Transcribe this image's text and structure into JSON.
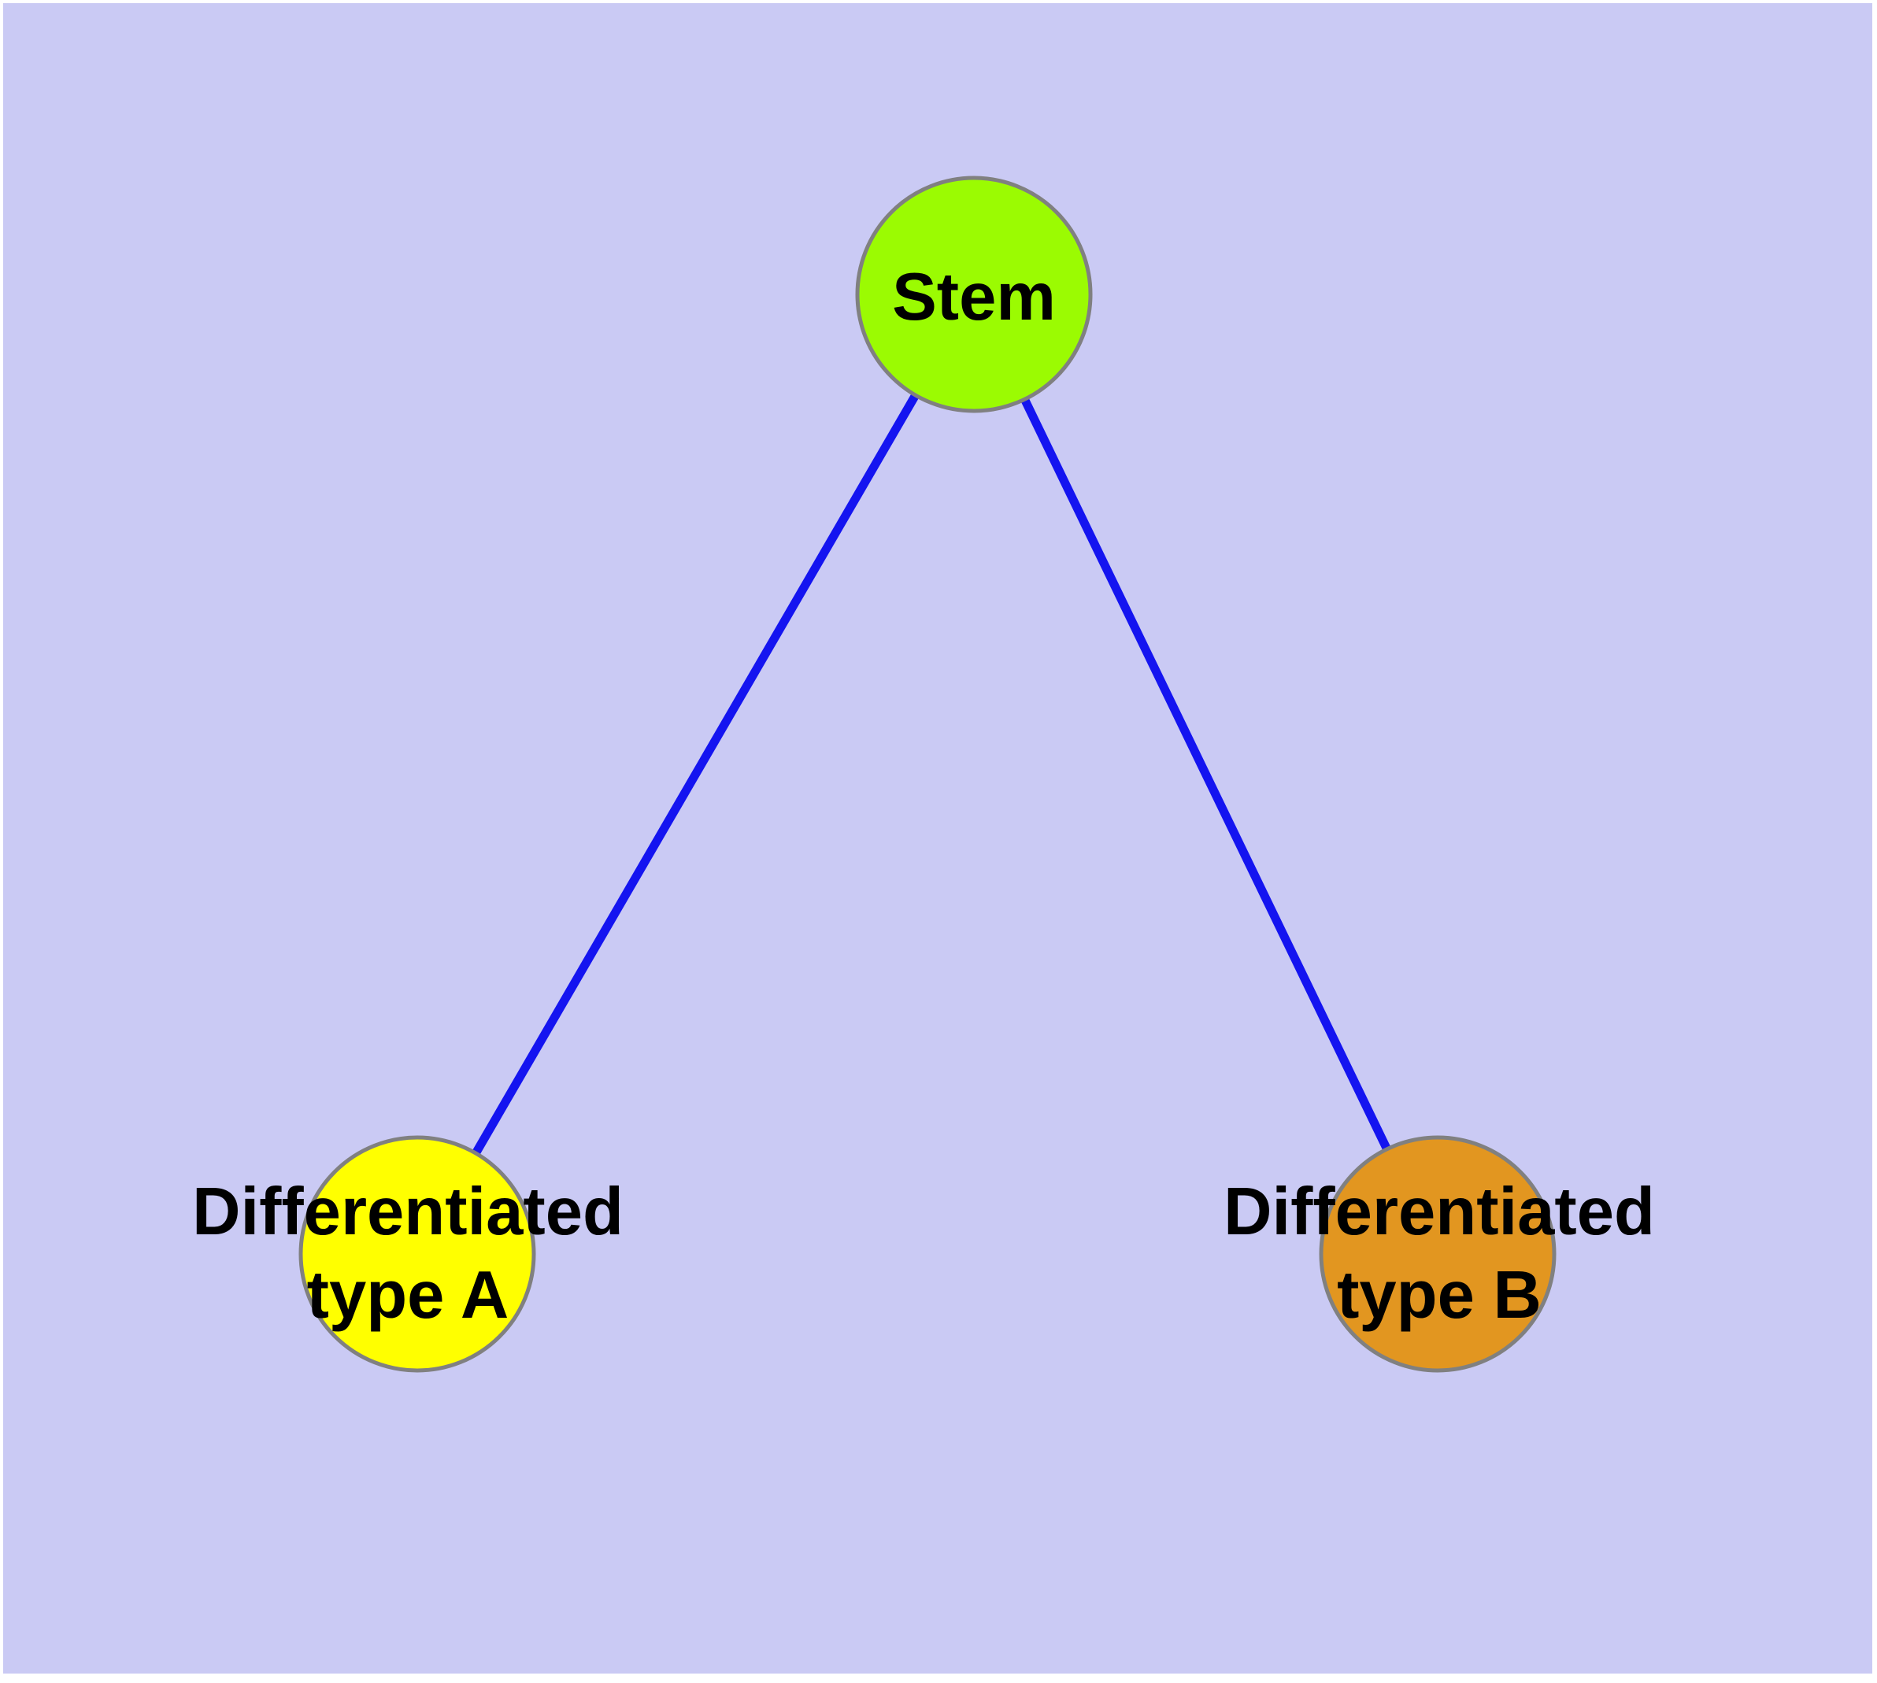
{
  "diagram": {
    "type": "node-link-graph",
    "page_background": "#FFFFFF",
    "background": "#CACAF4",
    "edge_color": "#1414F0",
    "node_border_color": "#808080",
    "label_color": "#000000",
    "nodes": [
      {
        "id": "stem",
        "label": "Stem",
        "fill": "#9BFB02"
      },
      {
        "id": "type-a",
        "label": "Differentiated\ntype A",
        "fill": "#FFFF00"
      },
      {
        "id": "type-b",
        "label": "Differentiated\ntype B",
        "fill": "#E29620"
      }
    ],
    "edges": [
      {
        "from": "stem",
        "to": "type-a"
      },
      {
        "from": "stem",
        "to": "type-b"
      }
    ]
  }
}
